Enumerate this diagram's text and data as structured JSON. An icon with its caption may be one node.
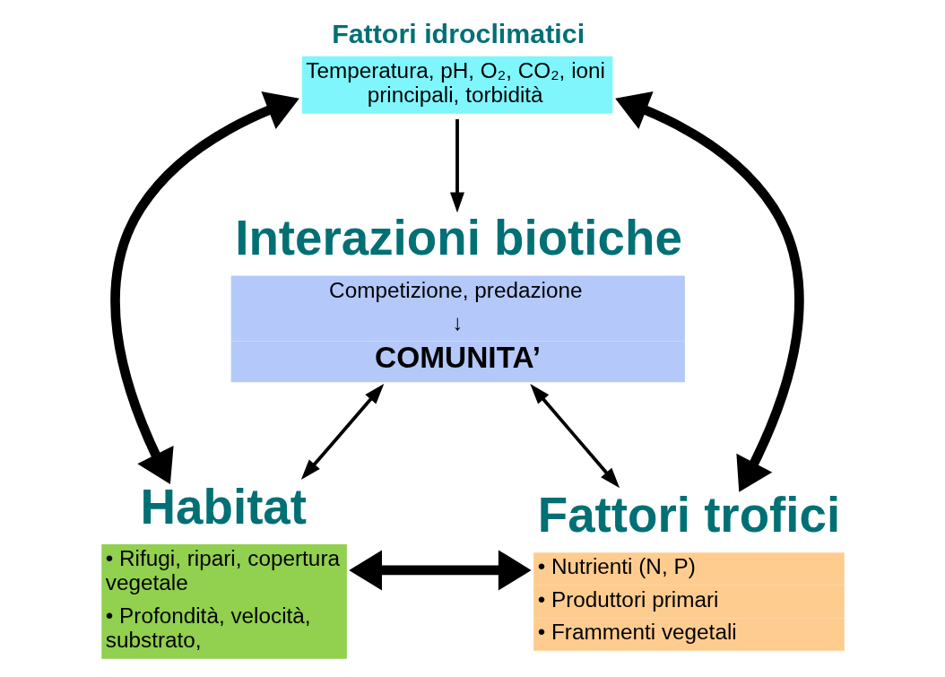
{
  "diagram": {
    "nodes": [
      {
        "text": [
          "Fattori idroclimatici",
          "Temperatura, pH, O₂, CO₂, ioni principali, torbidità"
        ]
      },
      {
        "text": [
          "Interazioni biotiche",
          "Competizione, predazione",
          "↓",
          "COMUNITA’"
        ]
      },
      {
        "text": [
          "Habitat",
          "• Rifugi, ripari, copertura vegetale",
          "• Profondità, velocità, substrato,"
        ]
      },
      {
        "text": [
          "Fattori trofici",
          "• Nutrienti (N, P)",
          "• Produttori primari",
          "• Frammenti vegetali"
        ]
      }
    ],
    "edges": [
      {
        "from": 0,
        "to": 1,
        "arrow": "to"
      },
      {
        "from": 0,
        "to": 2,
        "arrow": "both",
        "style": "thick"
      },
      {
        "from": 0,
        "to": 3,
        "arrow": "both",
        "style": "thick"
      },
      {
        "from": 1,
        "to": 2,
        "arrow": "both"
      },
      {
        "from": 1,
        "to": 3,
        "arrow": "both"
      },
      {
        "from": 2,
        "to": 3,
        "arrow": "both",
        "style": "thick"
      }
    ]
  }
}
